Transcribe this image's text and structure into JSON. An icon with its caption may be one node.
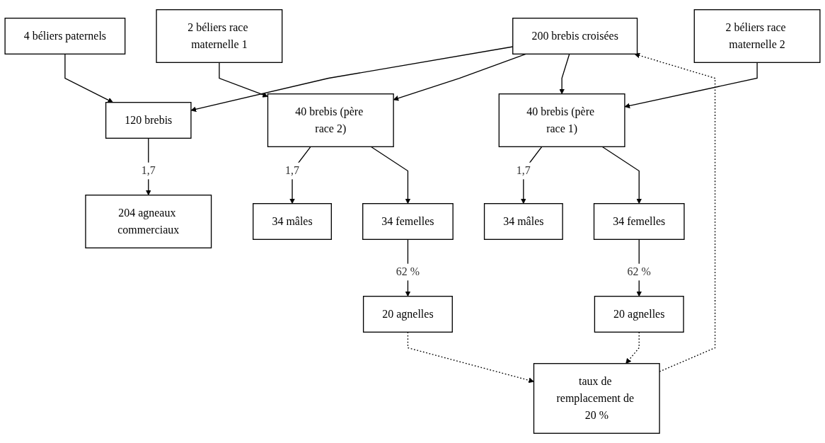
{
  "diagram": {
    "nodes": [
      {
        "text": [
          "4 béliers paternels"
        ]
      },
      {
        "text": [
          "200 brebis croisées"
        ]
      },
      {
        "text": [
          "2 béliers race maternelle 1"
        ]
      },
      {
        "text": [
          "2 béliers race maternelle 2"
        ]
      },
      {
        "text": [
          "taux de remplacement de 20 %"
        ]
      },
      {
        "text": [
          "120 brebis"
        ]
      },
      {
        "text": [
          "40 brebis (père race 2)"
        ]
      },
      {
        "text": [
          "40 brebis (père race 1)"
        ]
      },
      {
        "text": [
          "204 agneaux commerciaux"
        ]
      },
      {
        "text": [
          "34 mâles"
        ]
      },
      {
        "text": [
          "34 femelles"
        ]
      },
      {
        "text": [
          "34 mâles"
        ]
      },
      {
        "text": [
          "34 femelles"
        ]
      },
      {
        "text": [
          "20 agnelles"
        ]
      },
      {
        "text": [
          "20 agnelles"
        ]
      }
    ],
    "edges": [
      {
        "from": 0,
        "to": 5,
        "arrow": "to"
      },
      {
        "from": 1,
        "to": 5,
        "arrow": "to"
      },
      {
        "from": 1,
        "to": 6,
        "arrow": "to"
      },
      {
        "from": 2,
        "to": 6,
        "arrow": "to"
      },
      {
        "from": 1,
        "to": 7,
        "arrow": "to"
      },
      {
        "from": 3,
        "to": 7,
        "arrow": "to"
      },
      {
        "from": 5,
        "to": 8,
        "arrow": "to",
        "label": "1,7"
      },
      {
        "from": 6,
        "to": 9,
        "arrow": "to",
        "label": "1,7"
      },
      {
        "from": 6,
        "to": 10,
        "arrow": "to"
      },
      {
        "from": 7,
        "to": 11,
        "arrow": "to",
        "label": "1,7"
      },
      {
        "from": 7,
        "to": 12,
        "arrow": "to"
      },
      {
        "from": 12,
        "to": 13,
        "arrow": "to",
        "label": "62 %"
      },
      {
        "from": 10,
        "to": 14,
        "arrow": "to",
        "label": "62 %"
      },
      {
        "from": 13,
        "to": 4,
        "arrow": "to",
        "style": "dashed"
      },
      {
        "from": 14,
        "to": 4,
        "arrow": "to",
        "style": "dashed"
      },
      {
        "from": 4,
        "to": 1,
        "arrow": "to",
        "style": "dashed"
      }
    ]
  }
}
